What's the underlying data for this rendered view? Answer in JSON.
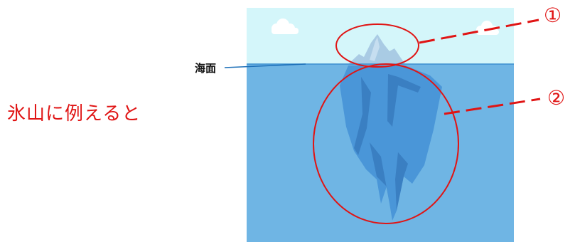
{
  "heading": "氷山に例えると",
  "sea_label": "海面",
  "markers": [
    {
      "label": "①"
    },
    {
      "label": "②"
    }
  ],
  "colors": {
    "sky": "#d4f6fa",
    "sea": "#6fb5e4",
    "sea_line": "#3b8fd0",
    "iceberg_tip": "#a9cbe4",
    "iceberg_body": "#4a96d8",
    "iceberg_shadow": "#3a7fc2",
    "cloud": "#ffffff",
    "annotation": "#e01414",
    "label_line": "#1c6fb8"
  }
}
